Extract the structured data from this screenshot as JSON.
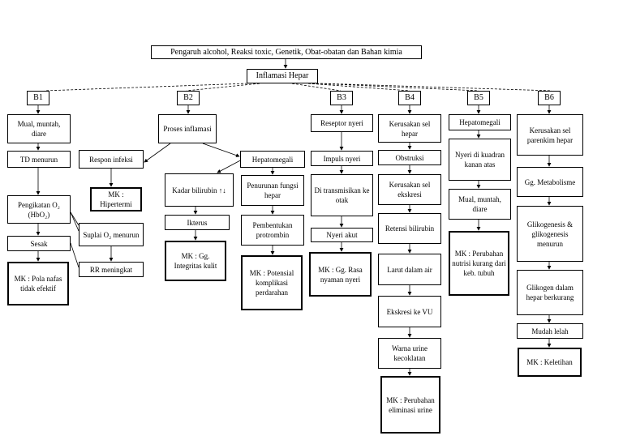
{
  "root": {
    "cause": "Pengaruh alcohol, Reaksi toxic, Genetik, Obat-obatan dan Bahan kimia",
    "inflammation": "Inflamasi Hepar"
  },
  "b1": {
    "label": "B1",
    "nausea": "Mual, muntah, diare",
    "bp_down": "TD menurun",
    "o2_binding": "Pengikatan O₂ (HbO₂)",
    "o2_supply": "Suplai O₂ menurun",
    "dyspnea": "Sesak",
    "rr_up": "RR meningkat",
    "mk": "MK : Pola nafas tidak efektif"
  },
  "b2": {
    "label": "B2",
    "process": "Proses inflamasi",
    "infection_response": "Respon infeksi",
    "mk_hyper": "MK : Hipertermi",
    "hepatomegaly": "Hepatomegali",
    "bilirubin": "Kadar bilirubin ↑↓",
    "icterus": "Ikterus",
    "mk_skin": "MK : Gg. Integritas kulit",
    "liver_func": "Penurunan fungsi hepar",
    "prothrombin": "Pembentukan protrombin",
    "mk_bleed": "MK : Potensial komplikasi perdarahan"
  },
  "b3": {
    "label": "B3",
    "pain_receptor": "Reseptor nyeri",
    "pain_impulse": "Impuls nyeri",
    "transmitted": "Di transmisikan ke otak",
    "acute_pain": "Nyeri akut",
    "mk": "MK : Gg. Rasa nyaman nyeri"
  },
  "b4": {
    "label": "B4",
    "cell_damage": "Kerusakan sel hepar",
    "obstruction": "Obstruksi",
    "excretory_damage": "Kerusakan sel ekskresi",
    "retention": "Retensi bilirubin",
    "dissolved": "Larut dalam air",
    "excretion": "Ekskresi ke VU",
    "urine_color": "Warna urine kecoklatan",
    "mk": "MK : Perubahan eliminasi urine"
  },
  "b5": {
    "label": "B5",
    "hepatomegaly": "Hepatomegali",
    "upper_right_pain": "Nyeri di kuadran kanan atas",
    "nausea": "Mual, muntah, diare",
    "mk": "MK : Perubahan nutrisi kurang dari keb. tubuh"
  },
  "b6": {
    "label": "B6",
    "parenchyma_damage": "Kerusakan sel parenkim hepar",
    "metabolism": "Gg. Metabolisme",
    "glycogenesis": "Glikogenesis & glikogenesis menurun",
    "glycogen": "Glikogen dalam hepar berkurang",
    "fatigue_easy": "Mudah lelah",
    "mk": "MK : Keletihan"
  }
}
